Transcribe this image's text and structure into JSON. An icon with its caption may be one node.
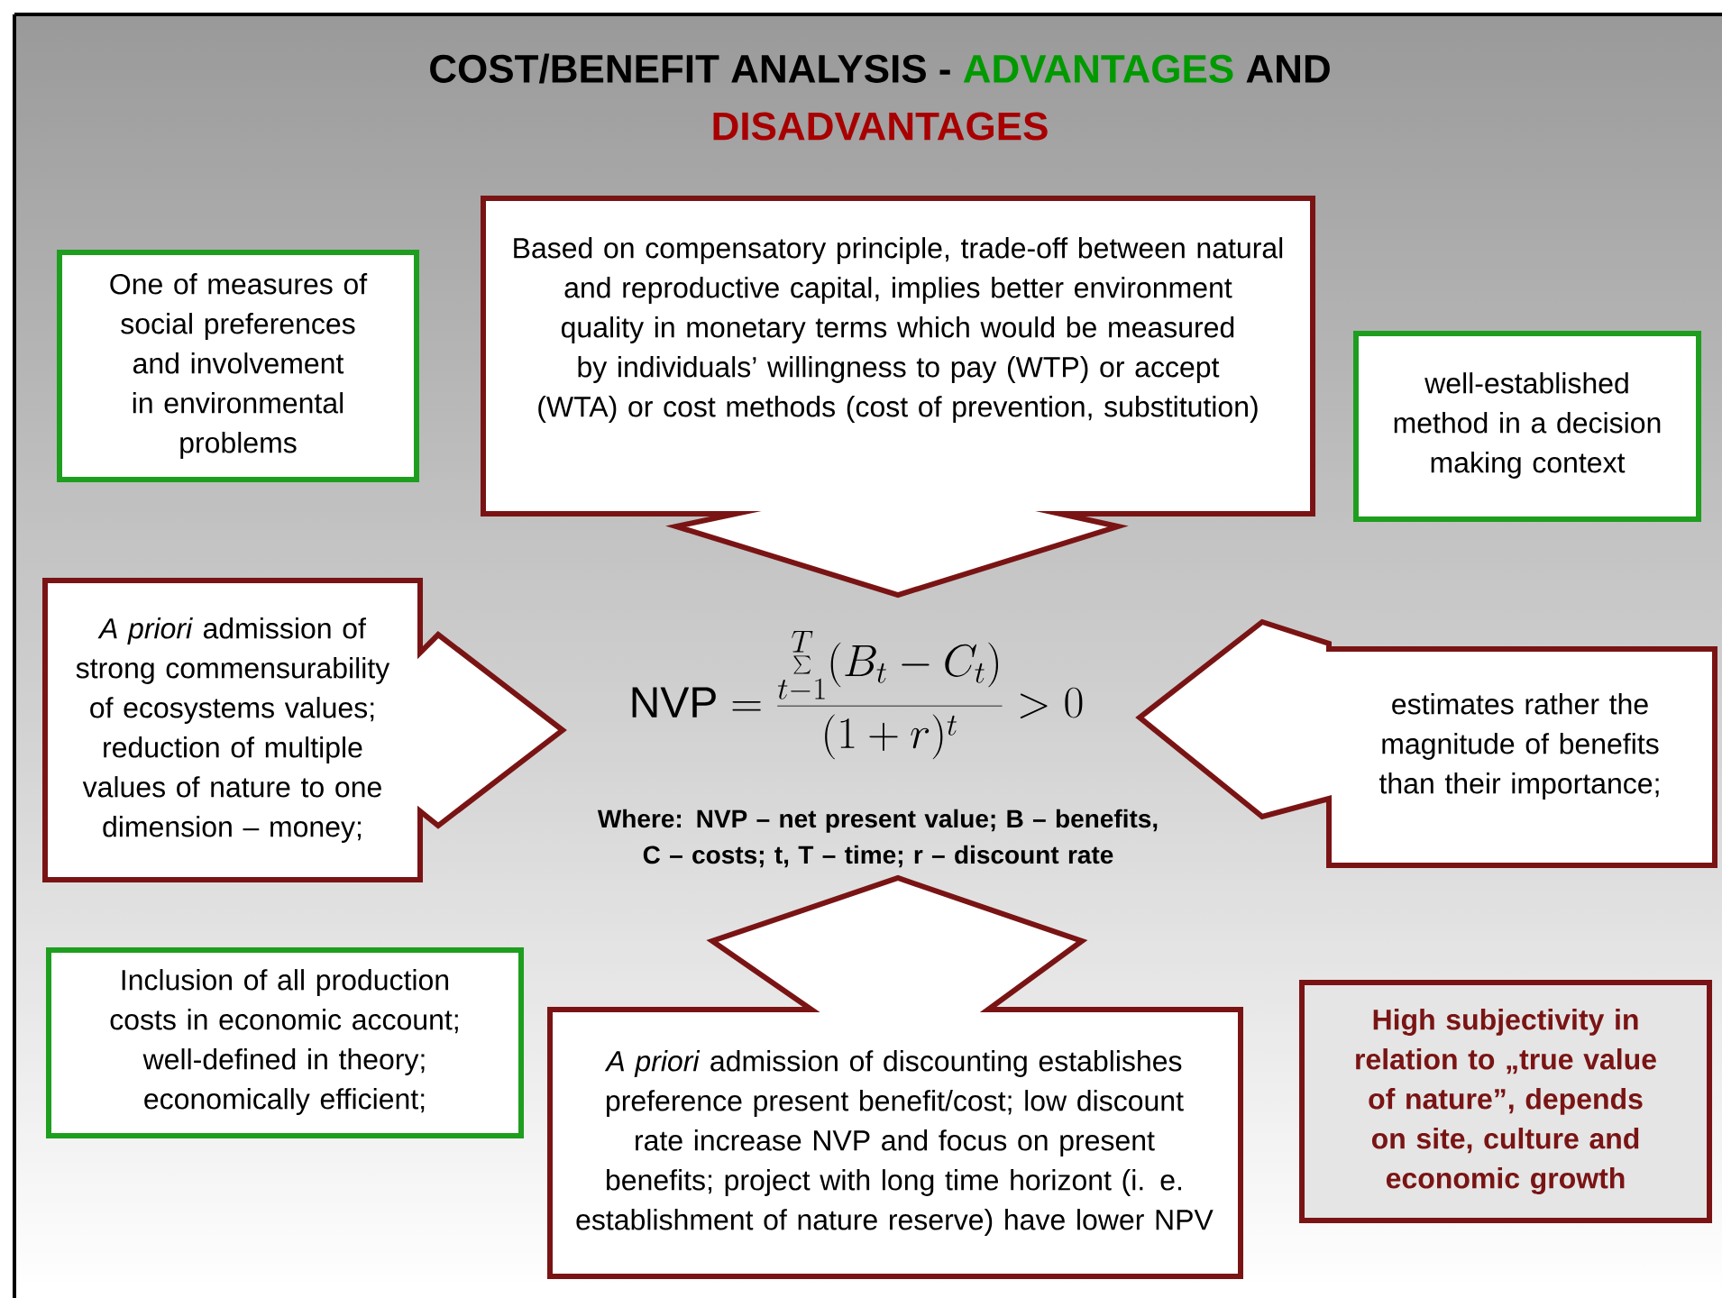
{
  "diagram": {
    "title": "COST/BENEFIT ANALYSIS  -",
    "nodes": [
      {
        "text": [
          "One of measures of social preferences and involvement in environmental problems"
        ]
      },
      {
        "text": [
          "Based on compensatory principle, trade-off between natural and reproductive capital, implies better environment quality in monetary terms which would be measured by individuals’ willingness to pay (WTP) or accept (WTA) or cost methods (cost of prevention, substitution)"
        ]
      },
      {
        "text": [
          "well-established method in a decision making context"
        ]
      },
      {
        "text": [
          "*A priori* admission of strong commensurability of ecosystems values; reduction of multiple values of nature to one dimension – money;"
        ]
      },
      {
        "text": [
          "estimates rather the magnitude of benefits than their importance;"
        ]
      },
      {
        "text": [
          "Inclusion of all production costs in economic account; well-defined in theory; economically efficient;"
        ]
      },
      {
        "text": [
          "*A priori* admission of discounting establishes preference present benefit/cost; low discount rate increase NVP and focus on present benefits; project with long time horizont (i. e. establishment of nature reserve) have lower NPV"
        ]
      },
      {
        "text": [
          "High subjectivity in relation to „true value of nature”, depends on site, culture and economic growth"
        ]
      }
    ],
    "labels": [
      "ADVANTAGES",
      "AND",
      "DISADVANTAGES",
      "\\mathrm{NVP} = \\frac{\\sum\\limits_{t-1}^{T} (B_t - C_t)}{(1+r)^t} > 0",
      "Where: NVP – net present value; B – benefits, C – costs; t, T – time; r – discount rate"
    ]
  }
}
